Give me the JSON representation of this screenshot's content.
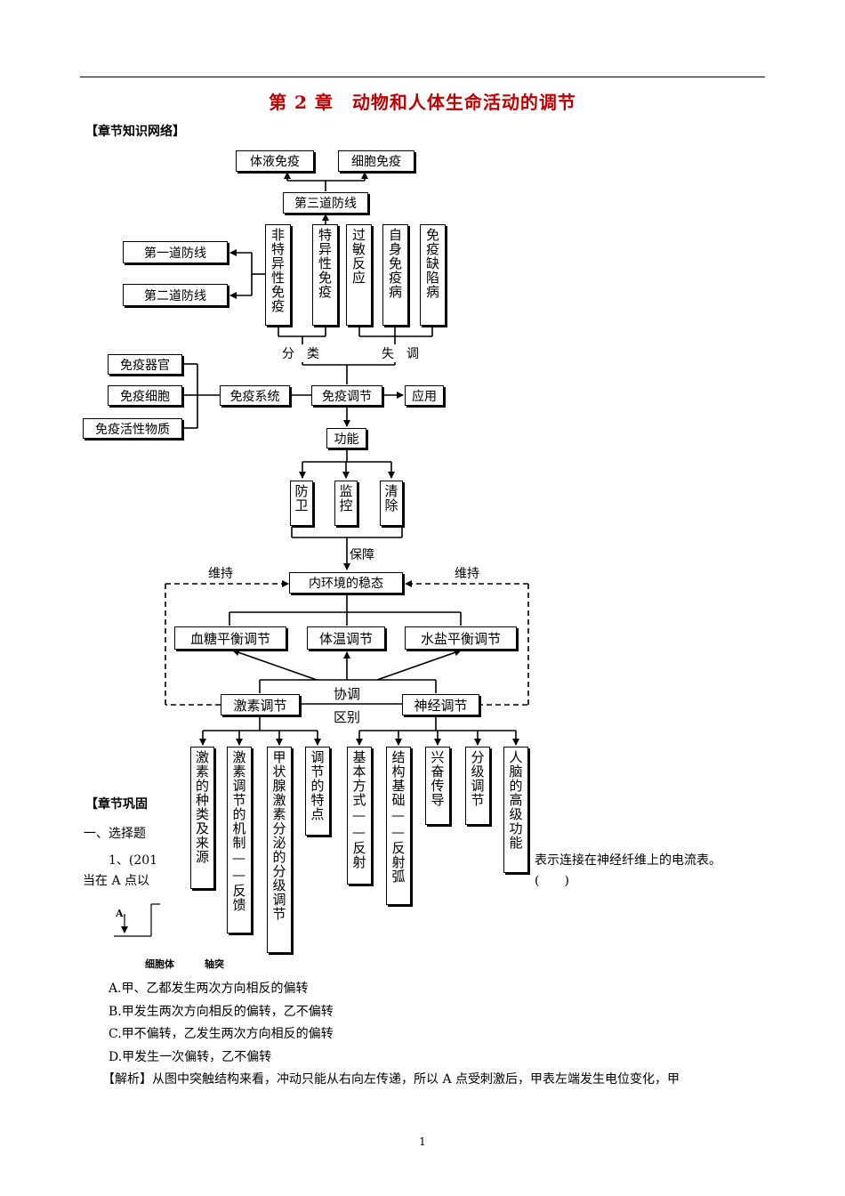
{
  "header": {
    "title": "第 2 章　动物和人体生命活动的调节"
  },
  "section_network": "【章节知识网络】",
  "diagram": {
    "humoral": "体液免疫",
    "cellular": "细胞免疫",
    "third_line": "第三道防线",
    "first_line": "第一道防线",
    "second_line": "第二道防线",
    "nonspecific": "非特异性免疫",
    "specific": "特异性免疫",
    "allergy": "过敏反应",
    "autoimmune": "自身免疫病",
    "immunodeficiency": "免疫缺陷病",
    "classify_label": "分　类",
    "disorder_label": "失　调",
    "immune_organ": "免疫器官",
    "immune_cell": "免疫细胞",
    "immune_active": "免疫活性物质",
    "immune_system": "免疫系统",
    "immune_regulation": "免疫调节",
    "application": "应用",
    "function": "功能",
    "defense": "防卫",
    "monitor": "监控",
    "clear": "清除",
    "guarantee_label": "保障",
    "maintain_left": "维持",
    "maintain_right": "维持",
    "homeostasis": "内环境的稳态",
    "blood_sugar": "血糖平衡调节",
    "body_temp": "体温调节",
    "water_salt": "水盐平衡调节",
    "coordinate_label": "协调",
    "difference_label": "区别",
    "hormone_reg": "激素调节",
    "nerve_reg": "神经调节",
    "h1": "激素的种类及来源",
    "h2": "激素调节的机制——反馈",
    "h3": "甲状腺激素分泌的分级调节",
    "h4": "调节的特点",
    "n1": "基本方式——反射",
    "n2": "结构基础——反射弧",
    "n3": "兴奋传导",
    "n4": "分级调节",
    "n5": "人脑的高级功能"
  },
  "section_consolidate": "【章节巩固",
  "q_type": "一、选择题",
  "q1_start": "1、(201",
  "q1_right": "表示连接在神经纤维上的电流表。",
  "q2_start": "当在 A 点以",
  "q2_right": "(　　)",
  "figure": {
    "point_a": "A",
    "cell_body": "细胞体",
    "axon": "轴突"
  },
  "options": [
    "A.甲、乙都发生两次方向相反的偏转",
    "B.甲发生两次方向相反的偏转，乙不偏转",
    "C.甲不偏转，乙发生两次方向相反的偏转",
    "D.甲发生一次偏转，乙不偏转"
  ],
  "analysis": "【解析】从图中突触结构来看，冲动只能从右向左传递，所以 A 点受刺激后，甲表左端发生电位变化，甲",
  "page_number": "1"
}
